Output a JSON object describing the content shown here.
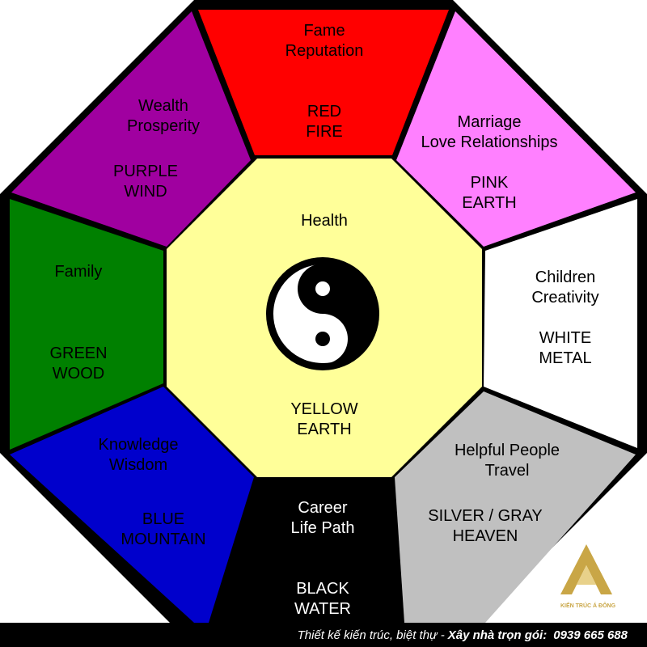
{
  "sectors": {
    "fame": {
      "line1": "Fame",
      "line2": "Reputation",
      "color1": "RED",
      "color2": "FIRE",
      "fill": "#ff0000"
    },
    "marriage": {
      "line1": "Marriage",
      "line2": "Love Relationships",
      "color1": "PINK",
      "color2": "EARTH",
      "fill": "#ff80ff"
    },
    "children": {
      "line1": "Children",
      "line2": "Creativity",
      "color1": "WHITE",
      "color2": "METAL",
      "fill": "#ffffff"
    },
    "helpful": {
      "line1": "Helpful People",
      "line2": "Travel",
      "color1": "SILVER / GRAY",
      "color2": "HEAVEN",
      "fill": "#c0c0c0"
    },
    "career": {
      "line1": "Career",
      "line2": "Life Path",
      "color1": "BLACK",
      "color2": "WATER",
      "fill": "#000000"
    },
    "knowledge": {
      "line1": "Knowledge",
      "line2": "Wisdom",
      "color1": "BLUE",
      "color2": "MOUNTAIN",
      "fill": "#0000cc"
    },
    "family": {
      "line1": "Family",
      "color1": "GREEN",
      "color2": "WOOD",
      "fill": "#008000"
    },
    "wealth": {
      "line1": "Wealth",
      "line2": "Prosperity",
      "color1": "PURPLE",
      "color2": "WIND",
      "fill": "#a000a0"
    }
  },
  "center": {
    "title": "Health",
    "color1": "YELLOW",
    "color2": "EARTH",
    "fill": "#ffff99"
  },
  "footer": {
    "text": "Thiết kế kiến trúc, biệt thự -",
    "bold_text": "Xây nhà trọn gói:",
    "phone": "0939 665 688"
  },
  "logo": {
    "text": "KIẾN TRÚC Á ĐÔNG"
  },
  "colors": {
    "border": "#000000",
    "logo_gold": "#c9a646"
  }
}
